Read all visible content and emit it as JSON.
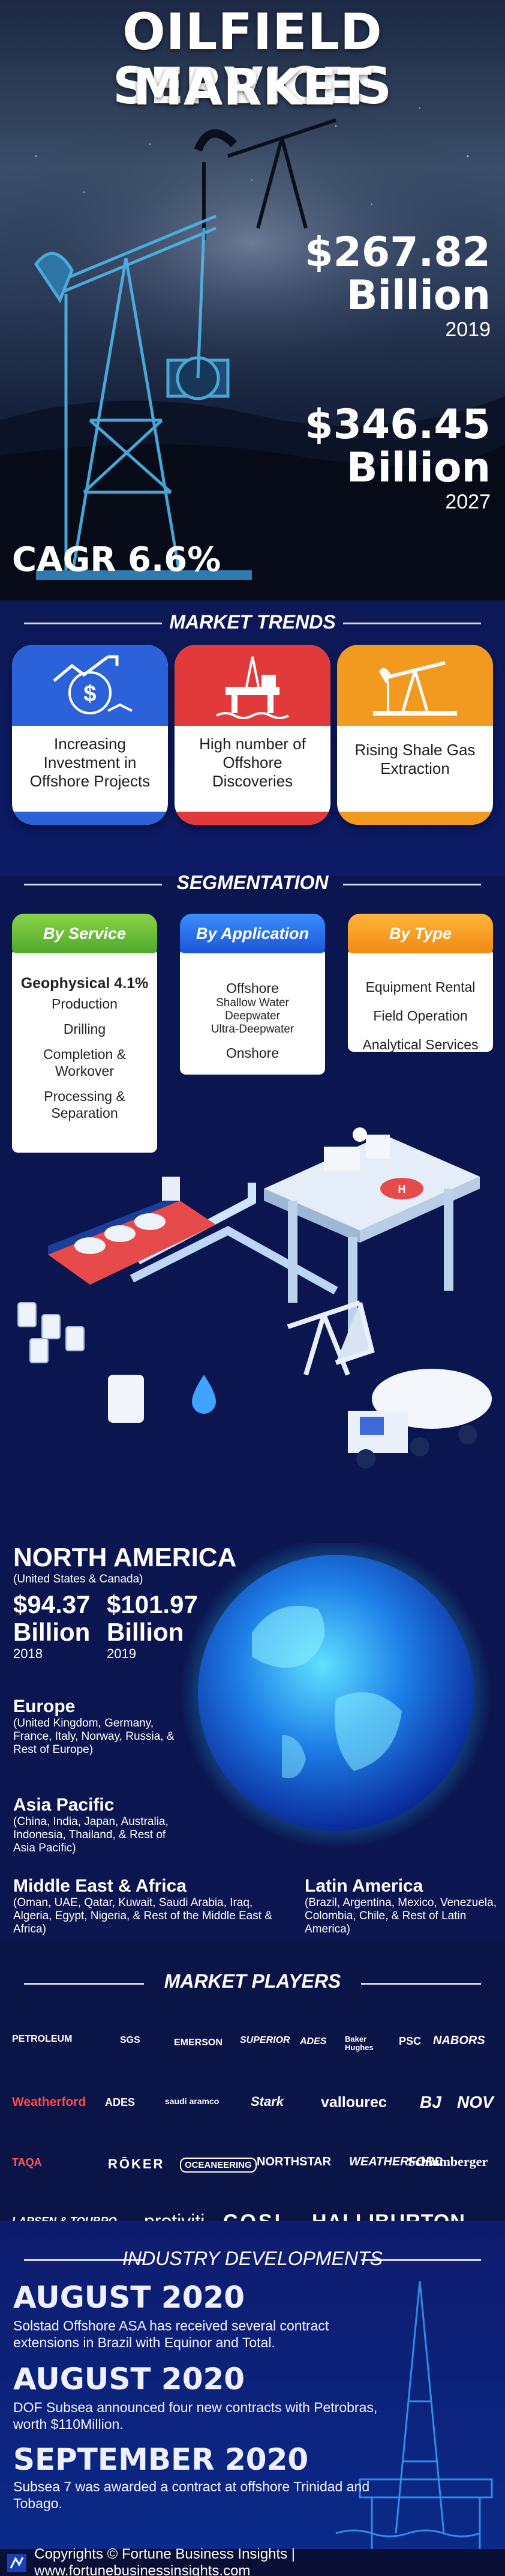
{
  "hero": {
    "title_line1": "OILFIELD SERVICES",
    "title_line2": "MARKET",
    "stat1_value": "$267.82",
    "stat1_unit": "Billion",
    "stat1_year": "2019",
    "stat2_value": "$346.45",
    "stat2_unit": "Billion",
    "stat2_year": "2027",
    "cagr": "CAGR 6.6%"
  },
  "trends": {
    "heading": "MARKET TRENDS",
    "items": [
      {
        "label": "Increasing Investment in Offshore Projects",
        "color": "#2b62d9",
        "icon": "investment-icon"
      },
      {
        "label": "High number of Offshore Discoveries",
        "color": "#e23a3a",
        "icon": "offshore-rig-icon"
      },
      {
        "label": "Rising Shale Gas Extraction",
        "color": "#f29a1f",
        "icon": "pumpjack-icon"
      }
    ]
  },
  "segmentation": {
    "heading": "SEGMENTATION",
    "by_service": {
      "tab": "By Service",
      "items": [
        "Geophysical 4.1%",
        "Production",
        "Drilling",
        "Completion & Workover",
        "Processing & Separation"
      ]
    },
    "by_application": {
      "tab": "By Application",
      "offshore": "Offshore",
      "sub1": "Shallow Water",
      "sub2": "Deepwater",
      "sub3": "Ultra-Deepwater",
      "onshore": "Onshore"
    },
    "by_type": {
      "tab": "By Type",
      "items": [
        "Equipment Rental",
        "Field Operation",
        "Analytical Services"
      ]
    }
  },
  "regions": {
    "north_america": {
      "name": "NORTH AMERICA",
      "countries": "(United States & Canada)",
      "v1": "$94.37",
      "u1": "Billion",
      "y1": "2018",
      "v2": "$101.97",
      "u2": "Billion",
      "y2": "2019"
    },
    "europe": {
      "name": "Europe",
      "countries": "(United Kingdom, Germany, France, Italy, Norway, Russia, & Rest of Europe)"
    },
    "asia_pacific": {
      "name": "Asia Pacific",
      "countries": "(China, India, Japan, Australia, Indonesia, Thailand, & Rest of Asia Pacific)"
    },
    "mea": {
      "name": "Middle East & Africa",
      "countries": "(Oman, UAE, Qatar, Kuwait, Saudi Arabia, Iraq, Algeria, Egypt, Nigeria, & Rest of the Middle East & Africa)"
    },
    "latin_america": {
      "name": "Latin America",
      "countries": "(Brazil, Argentina, Mexico, Venezuela, Colombia, Chile, & Rest of Latin America)"
    }
  },
  "players": {
    "heading": "MARKET PLAYERS",
    "row1": [
      "PETROLEUM",
      "SGS",
      "EMERSON",
      "SUPERIOR",
      "ADES",
      "Baker Hughes",
      "PSC",
      "NABORS"
    ],
    "row2": [
      "Weatherford",
      "ADES",
      "saudi aramco",
      "Stark",
      "vallourec",
      "BJ",
      "NOV"
    ],
    "row3": [
      "TAQA",
      "RŌKER",
      "OCEANEERING",
      "NORTHSTAR",
      "WEATHERFORD",
      "Schlumberger"
    ],
    "row4": [
      "LARSEN & TOUBRO",
      "protiviti",
      "COSL",
      "HALLIBURTON"
    ]
  },
  "developments": {
    "heading": "INDUSTRY DEVELOPMENTS",
    "items": [
      {
        "date": "AUGUST 2020",
        "text": "Solstad Offshore ASA has received several contract extensions in Brazil with Equinor and Total."
      },
      {
        "date": "AUGUST 2020",
        "text": "DOF Subsea announced four new contracts with Petrobras, worth $110Million."
      },
      {
        "date": "SEPTEMBER 2020",
        "text": "Subsea 7 was awarded a contract at offshore Trinidad and Tobago."
      }
    ]
  },
  "footer": {
    "text": "Copyrights © Fortune Business Insights | www.fortunebusinessinsights.com"
  }
}
